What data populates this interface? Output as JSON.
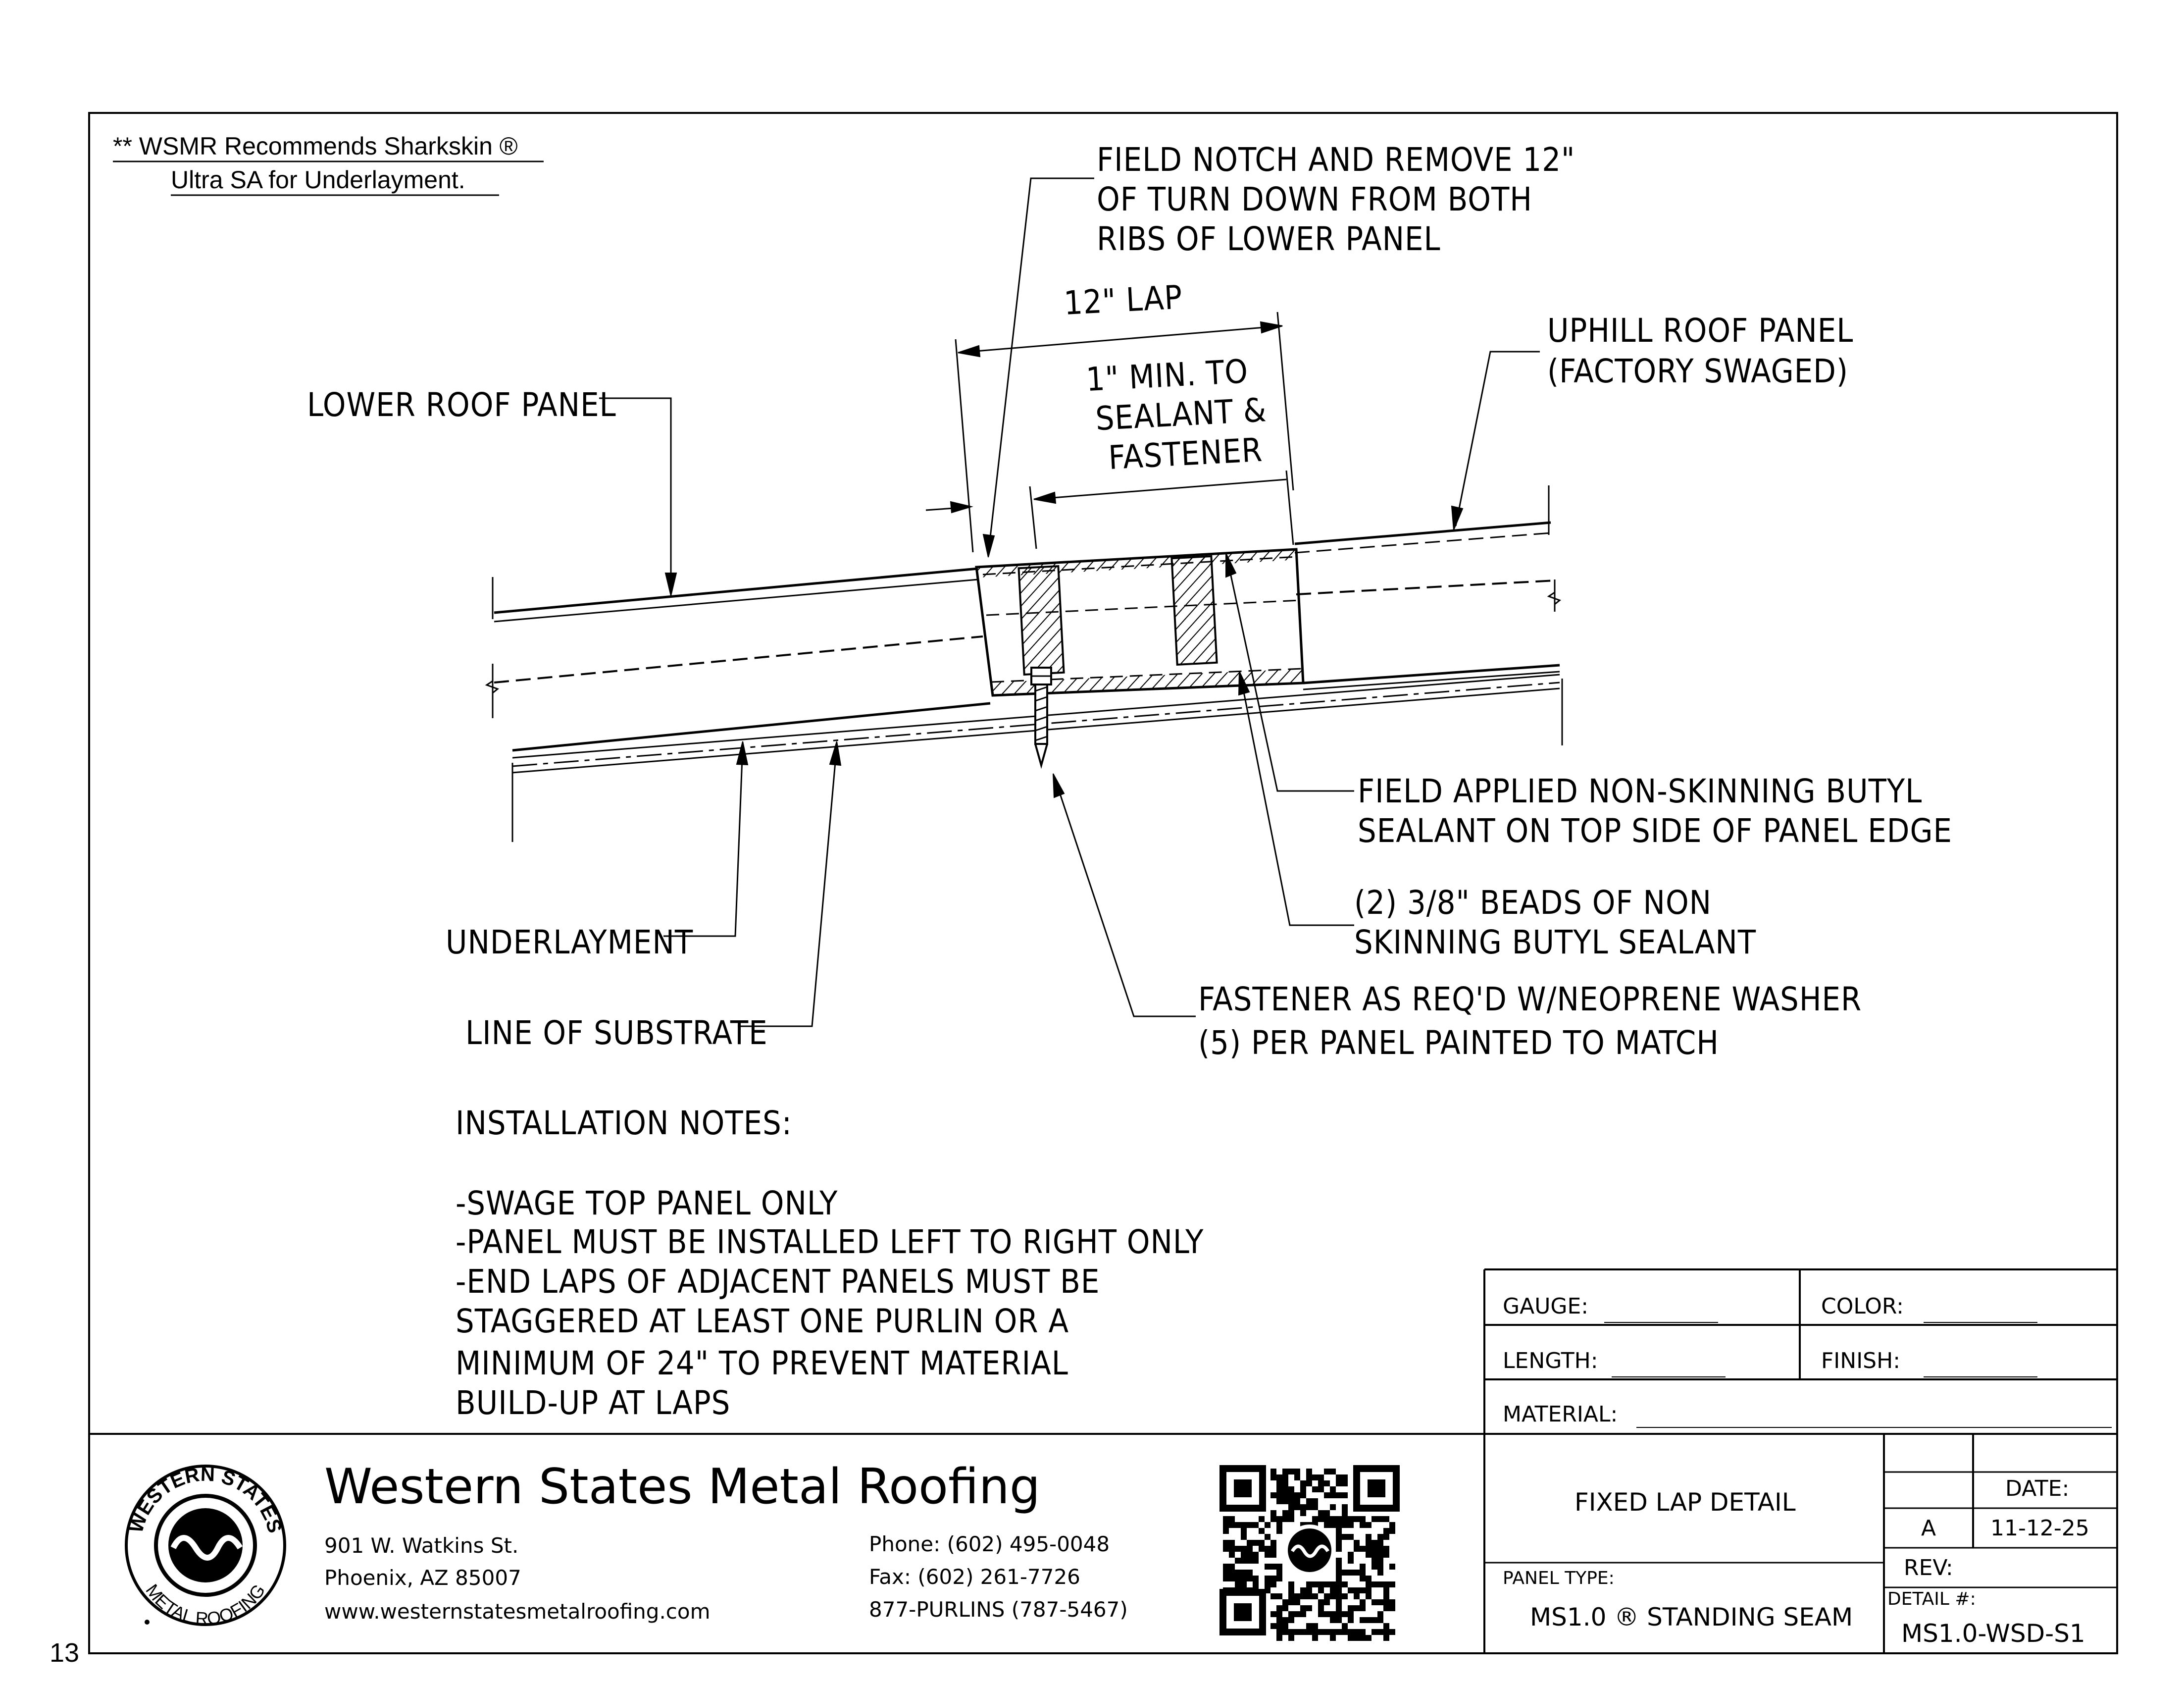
{
  "page_number": "13",
  "recommendation": {
    "line1": "** WSMR Recommends Sharkskin ®",
    "line2": "Ultra SA for Underlayment."
  },
  "callouts": {
    "field_notch": [
      "FIELD NOTCH AND REMOVE 12\"",
      "OF TURN DOWN FROM BOTH",
      "RIBS OF LOWER PANEL"
    ],
    "lap": "12\" LAP",
    "min_to_sealant": [
      "1\" MIN. TO",
      "SEALANT &",
      "FASTENER"
    ],
    "uphill_panel": [
      "UPHILL ROOF PANEL",
      "(FACTORY SWAGED)"
    ],
    "lower_panel": "LOWER ROOF PANEL",
    "field_sealant": [
      "FIELD APPLIED NON-SKINNING BUTYL",
      "SEALANT ON TOP SIDE OF PANEL EDGE"
    ],
    "beads": [
      "(2) 3/8\" BEADS OF NON",
      "SKINNING BUTYL SEALANT"
    ],
    "fastener": [
      "FASTENER AS REQ'D W/NEOPRENE WASHER",
      "(5) PER PANEL PAINTED TO MATCH"
    ],
    "underlayment": "UNDERLAYMENT",
    "substrate": "LINE OF SUBSTRATE"
  },
  "installation_notes": {
    "title": "INSTALLATION NOTES:",
    "lines": [
      "-SWAGE TOP PANEL ONLY",
      "-PANEL MUST BE INSTALLED LEFT TO RIGHT ONLY",
      "-END LAPS OF ADJACENT PANELS MUST BE",
      "STAGGERED AT LEAST ONE PURLIN OR A",
      "MINIMUM OF 24\" TO PREVENT MATERIAL",
      "BUILD-UP AT LAPS"
    ]
  },
  "spec_box": {
    "gauge": "GAUGE:",
    "color": "COLOR:",
    "length": "LENGTH:",
    "finish": "FINISH:",
    "material": "MATERIAL:"
  },
  "company": {
    "name": "Western States Metal Roofing",
    "address1": "901 W. Watkins St.",
    "address2": "Phoenix, AZ 85007",
    "website": "www.westernstatesmetalroofing.com",
    "phone": "Phone: (602) 495-0048",
    "fax": "Fax: (602) 261-7726",
    "tollfree": "877-PURLINS (787-5467)",
    "logo_top": "WESTERN STATES",
    "logo_bottom": "METAL ROOFING"
  },
  "title_block": {
    "detail_title": "FIXED LAP DETAIL",
    "panel_type_label": "PANEL TYPE:",
    "panel_type": "MS1.0 ® STANDING SEAM",
    "date_label": "DATE:",
    "rev_letter": "A",
    "date": "11-12-25",
    "rev_label": "REV:",
    "detail_num_label": "DETAIL #:",
    "detail_num": "MS1.0-WSD-S1"
  },
  "icons": [
    "qr-code-icon",
    "company-logo-icon"
  ]
}
